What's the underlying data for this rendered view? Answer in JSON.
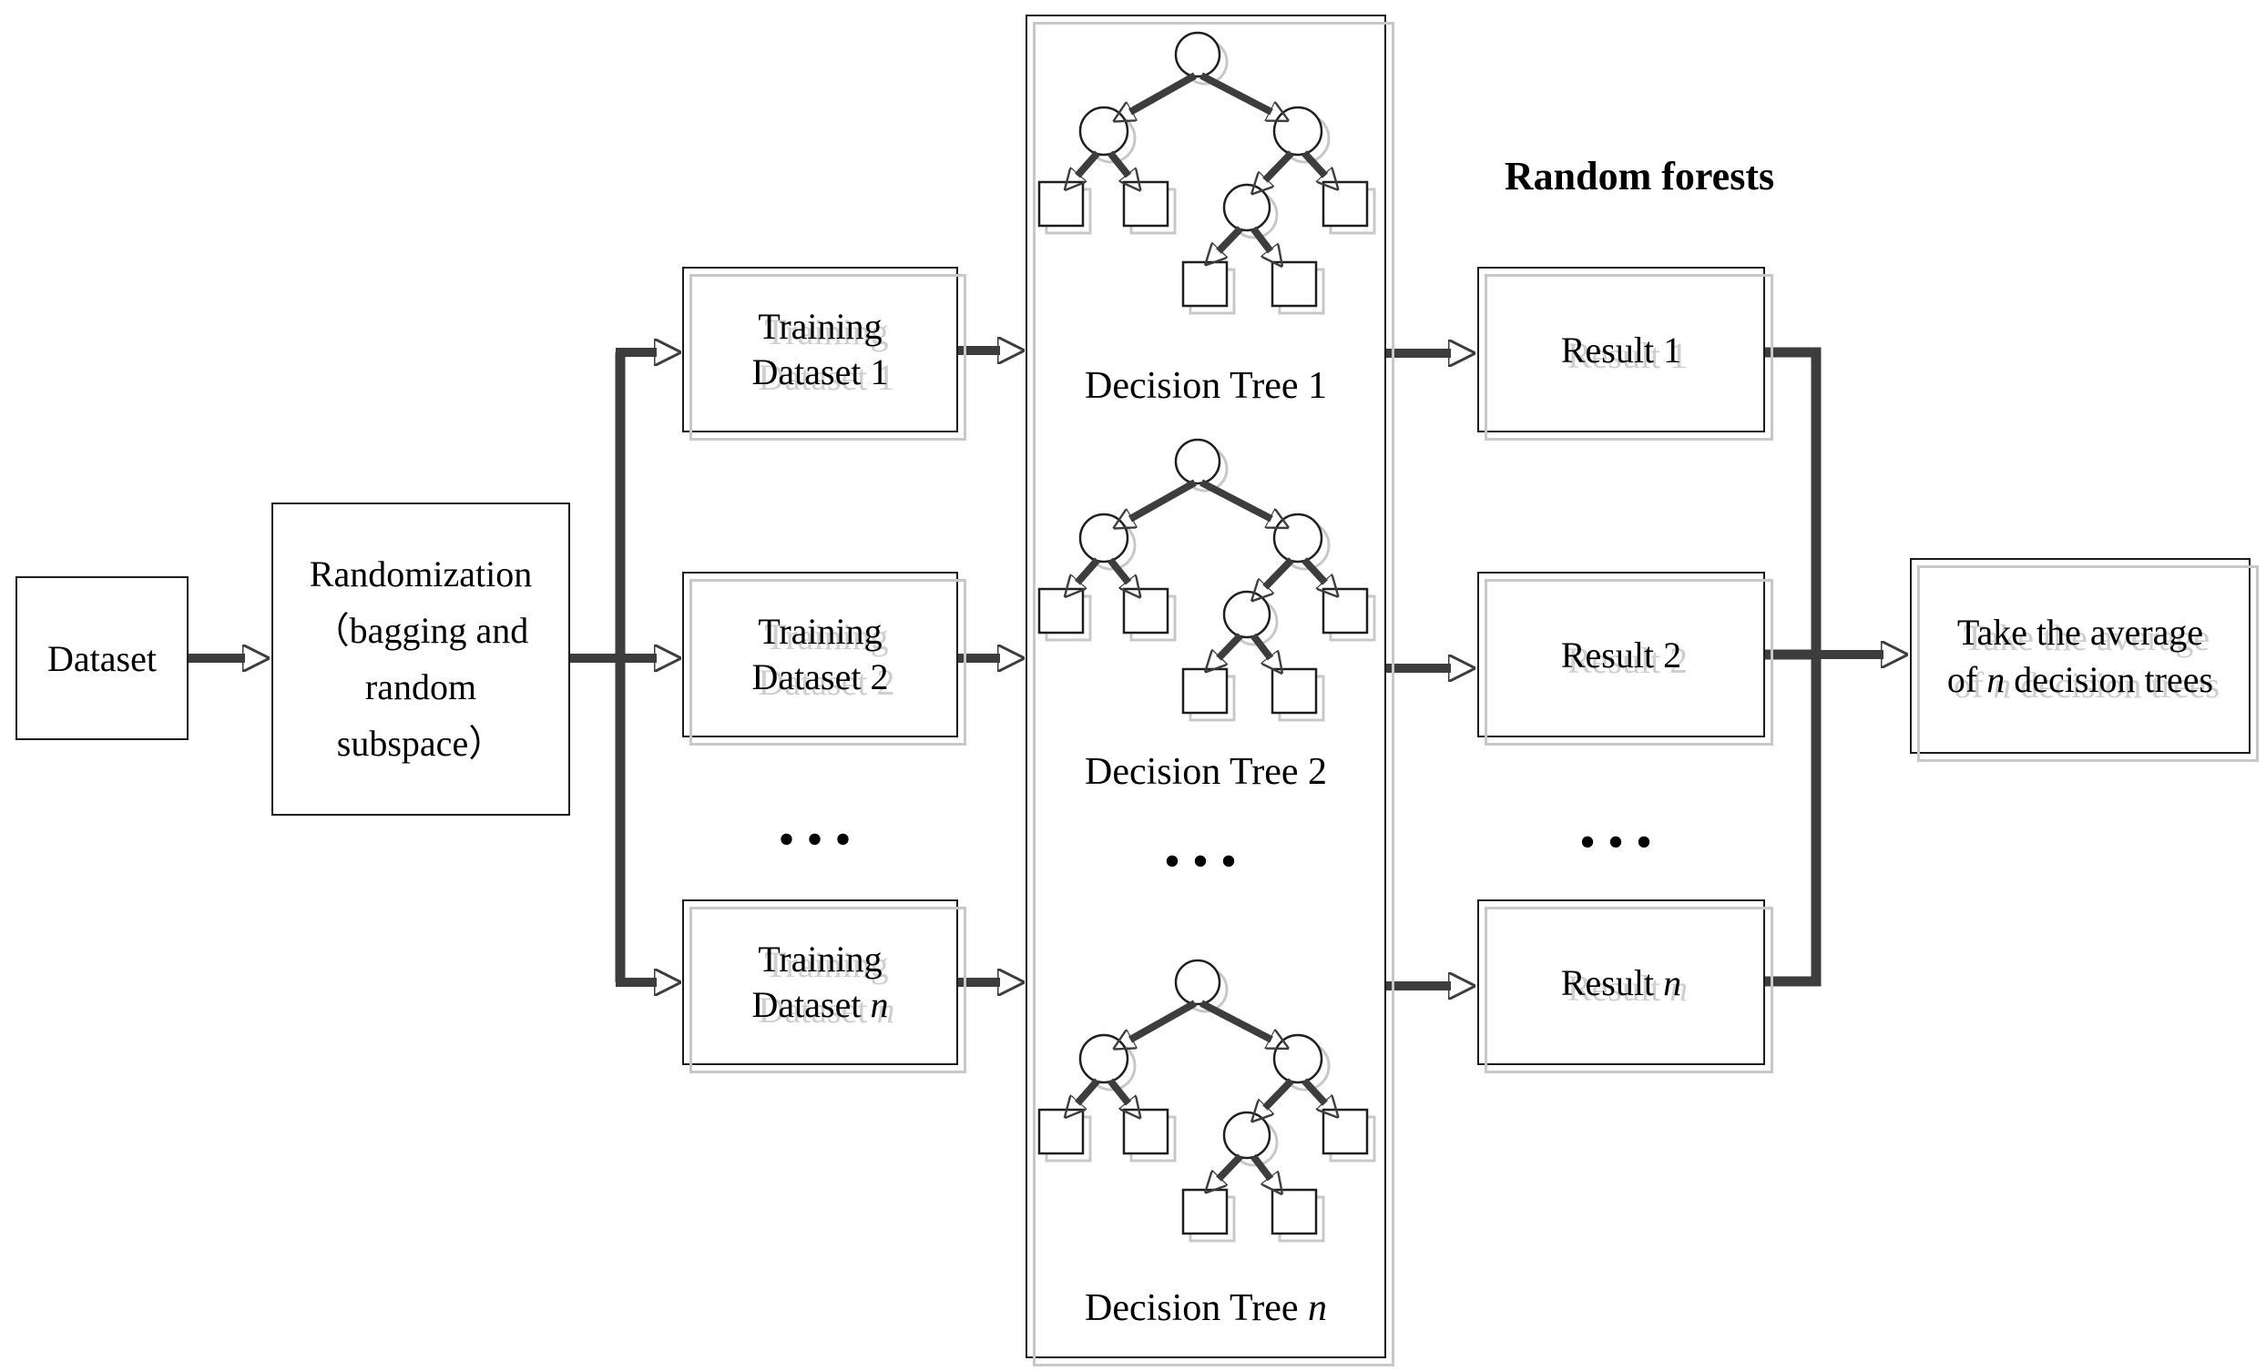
{
  "header": {
    "title": "Random forests"
  },
  "flow": {
    "dataset": {
      "label": "Dataset"
    },
    "randomization": {
      "label_lines": "Randomization\n（bagging and\nrandom\nsubspace）"
    },
    "training_datasets": [
      {
        "line1": "Training",
        "line2": "Dataset",
        "index": "1"
      },
      {
        "line1": "Training",
        "line2": "Dataset",
        "index": "2"
      },
      {
        "line1": "Training",
        "line2": "Dataset",
        "index": "n"
      }
    ],
    "training_ellipsis": "...",
    "decision_trees": [
      {
        "label": "Decision Tree",
        "index": "1"
      },
      {
        "label": "Decision Tree",
        "index": "2"
      },
      {
        "label": "Decision Tree",
        "index": "n"
      }
    ],
    "trees_ellipsis": "...",
    "results": [
      {
        "label": "Result",
        "index": "1"
      },
      {
        "label": "Result",
        "index": "2"
      },
      {
        "label": "Result",
        "index": "n"
      }
    ],
    "results_ellipsis": "...",
    "average": {
      "line1": "Take the average",
      "line2_pre": "of",
      "line2_var": "n",
      "line2_post": "decision trees"
    }
  },
  "colors": {
    "line": "#3d3d3d",
    "border": "#1c1c1c",
    "shadow": "#c8c8c8",
    "tshadow": "#cfcfcf"
  }
}
